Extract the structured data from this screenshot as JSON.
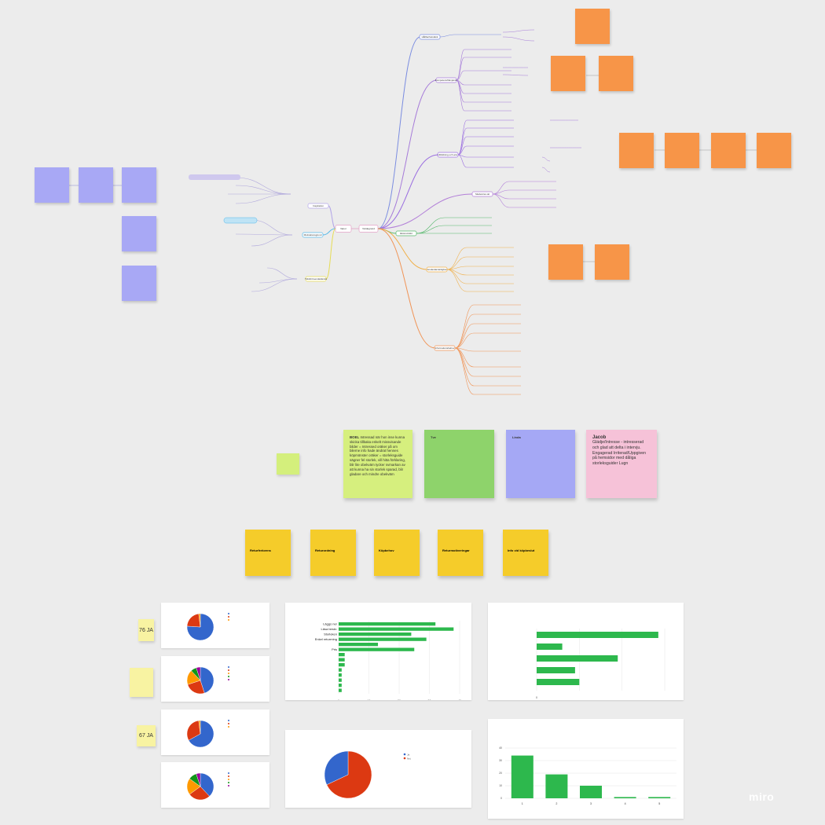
{
  "app": {
    "brand": "miro"
  },
  "colors": {
    "canvas": "#ececec",
    "purple_sticky": "#a8a8f5",
    "orange_sticky": "#f79548",
    "yellow_sticky": "#f5cc2a",
    "green_sticky": "#8ed36b",
    "lime_sticky": "#d4ef7c",
    "lilac_sticky": "#a5a8f5",
    "pink_sticky": "#f6c2d8",
    "pie_blue": "#3366cc",
    "pie_red": "#dc3912",
    "pie_orange": "#ff9900",
    "pie_green": "#109618",
    "bar_green": "#2db84d"
  },
  "mindmap": {
    "root_left": {
      "label": "Vanor"
    },
    "root_right": {
      "label": "Värdegrund"
    },
    "branches_left": [
      {
        "label": "Inspiration",
        "color": "#b3a6e8"
      },
      {
        "label": "Motivationsgrund",
        "color": "#55b8e8"
      },
      {
        "label": "Tidsförtroendekänsla",
        "color": "#e6dc55"
      }
    ],
    "branches_right": [
      {
        "label": "Hållbarhetstänk",
        "color": "#7a8ce0"
      },
      {
        "label": "Kompetensfrämjande",
        "color": "#a67bd9"
      },
      {
        "label": "Utbildning och anv.",
        "color": "#9b6fe0"
      },
      {
        "label": "Medvetna val",
        "color": "#b27fd8"
      },
      {
        "label": "Ekonomiskt",
        "color": "#55b86b"
      },
      {
        "label": "Användarvänlighet",
        "color": "#f0b04a"
      },
      {
        "label": "Informationsbehov",
        "color": "#f09355"
      }
    ],
    "leaf_count_note": ""
  },
  "left_stickies": [
    {
      "title": "",
      "text": ""
    },
    {
      "title": "",
      "text": ""
    },
    {
      "title": "",
      "text": ""
    },
    {
      "title": "",
      "text": ""
    },
    {
      "title": "",
      "text": ""
    }
  ],
  "orange_stickies": [
    {
      "title": "",
      "text": ""
    },
    {
      "title": "",
      "text": ""
    },
    {
      "title": "",
      "text": ""
    },
    {
      "title": "",
      "text": ""
    },
    {
      "title": "",
      "text": ""
    },
    {
      "title": "",
      "text": ""
    },
    {
      "title": "",
      "text": ""
    },
    {
      "title": "",
      "text": ""
    },
    {
      "title": "",
      "text": ""
    },
    {
      "title": "",
      "text": ""
    }
  ],
  "personas": [
    {
      "name": "BOEL",
      "text": "Intressad när hon inse kunna skicka tillbaka enkelt missvisande bilder = Intressed oräker på om bilerne info hade ändrat hennes köpmönster oräker = storleksguide sägner fel storlek, vill hitta förklaring, blir lite obekväm tycker svmarkan av att kunna ha sin storlek sparad, blir gladare och mindre obekväm",
      "color": "#d6ef7e"
    },
    {
      "name": "Tve",
      "text": "",
      "color": "#8ed36b"
    },
    {
      "name": "Linda",
      "text": "",
      "color": "#a5a8f5"
    },
    {
      "name": "Jacob",
      "text": "Glädje/Intresse - intresserad och glad att delta i intervju. Engagerad Irriterad/Uppgiven på hemsidor med dåliga storleksguider Lugn",
      "color": "#f6c2d8"
    }
  ],
  "small_note": {
    "text": ""
  },
  "summary_notes": [
    {
      "title": "Returfrekvens",
      "text": ""
    },
    {
      "title": "Returordning",
      "text": ""
    },
    {
      "title": "Köpbehov",
      "text": ""
    },
    {
      "title": "Returmotiveringar",
      "text": ""
    },
    {
      "title": "Info vid köpbeslut",
      "text": ""
    }
  ],
  "survey_notes": [
    {
      "text": "76 JA"
    },
    {
      "text": ""
    },
    {
      "text": "67 JA"
    }
  ],
  "pie_cards": [
    {
      "title": "",
      "slices": [
        76,
        22,
        2
      ],
      "legend": [
        "",
        "",
        ""
      ]
    },
    {
      "title": "",
      "slices": [
        45,
        25,
        18,
        7,
        5
      ],
      "legend": [
        "",
        "",
        "",
        "",
        ""
      ]
    },
    {
      "title": "",
      "slices": [
        67,
        31,
        2
      ],
      "legend": [
        "",
        "",
        ""
      ]
    },
    {
      "title": "",
      "slices": [
        38,
        27,
        20,
        10,
        5
      ],
      "legend": [
        "",
        "",
        "",
        "",
        ""
      ]
    }
  ],
  "charts": [
    {
      "title": "",
      "subtitle": "",
      "chart_data": {
        "type": "bar",
        "orientation": "horizontal",
        "categories": [
          "Läggs ner",
          "Läsa beskr.",
          "Storleken",
          "Enkel returrning",
          "",
          "Pris",
          "",
          "",
          "",
          "",
          "",
          "",
          "",
          ""
        ],
        "values": [
          32,
          38,
          24,
          29,
          13,
          25,
          2,
          2,
          2,
          1,
          1,
          1,
          1,
          1
        ],
        "data_labels": [
          "",
          "",
          "",
          "",
          "",
          "",
          "",
          "",
          "",
          "",
          "",
          "",
          "",
          ""
        ],
        "xlim": [
          0,
          40
        ],
        "ticks": [
          "0",
          "10",
          "20",
          "30",
          "40"
        ]
      }
    },
    {
      "title": "",
      "subtitle": "",
      "chart_data": {
        "type": "bar",
        "orientation": "horizontal",
        "categories": [
          "",
          "",
          "",
          "",
          ""
        ],
        "values": [
          57,
          12,
          38,
          18,
          20
        ],
        "data_labels": [
          "",
          "",
          "",
          "",
          ""
        ],
        "xlim": [
          0,
          60
        ],
        "ticks": [
          "0",
          "",
          "",
          ""
        ]
      }
    },
    {
      "title": "",
      "subtitle": "",
      "chart_data": {
        "type": "pie",
        "slices": [
          {
            "name": "",
            "value": 68,
            "color": "#dc3912"
          },
          {
            "name": "",
            "value": 32,
            "color": "#3366cc"
          }
        ],
        "legend": [
          "Ja",
          "Nej"
        ]
      }
    },
    {
      "title": "",
      "subtitle": "",
      "chart_data": {
        "type": "bar",
        "orientation": "vertical",
        "categories": [
          "1",
          "2",
          "3",
          "4",
          "5"
        ],
        "values": [
          34,
          19,
          10,
          1,
          1
        ],
        "data_labels": [
          "",
          "",
          "",
          "",
          ""
        ],
        "ylim": [
          0,
          40
        ],
        "ticks": [
          "0",
          "10",
          "20",
          "30",
          "40"
        ]
      }
    }
  ]
}
